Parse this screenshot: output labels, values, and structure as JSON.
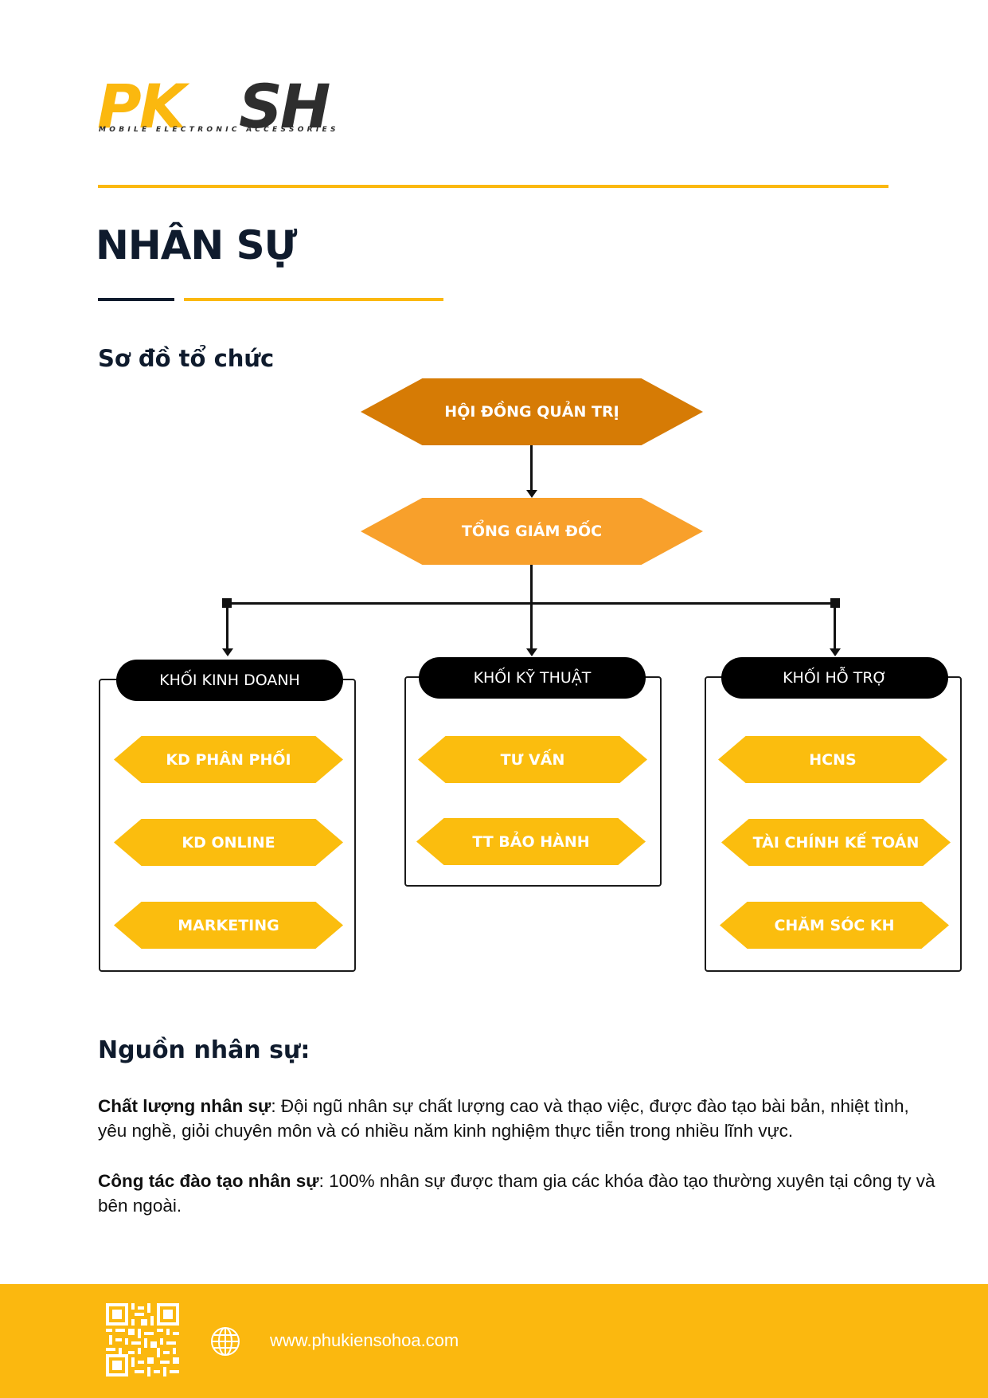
{
  "logo": {
    "pk": "PK",
    "sh": "SH",
    "tagline": "MOBILE ELECTRONIC ACCESSORIES"
  },
  "page_title": "NHÂN SỰ",
  "org_chart": {
    "heading": "Sơ đồ tổ chức",
    "board": "HỘI ĐỒNG QUẢN TRỊ",
    "ceo": "TỔNG GIÁM ĐỐC",
    "blocks": [
      {
        "title": "KHỐI KINH DOANH",
        "units": [
          "KD PHÂN PHỐI",
          "KD ONLINE",
          "MARKETING"
        ]
      },
      {
        "title": "KHỐI KỸ THUẬT",
        "units": [
          "TƯ VẤN",
          "TT BẢO HÀNH"
        ]
      },
      {
        "title": "KHỐI HỖ TRỢ",
        "units": [
          "HCNS",
          "TÀI CHÍNH KẾ TOÁN",
          "CHĂM SÓC KH"
        ]
      }
    ]
  },
  "hr_source": {
    "heading": "Nguồn nhân sự:",
    "quality_label": "Chất lượng nhân sự",
    "quality_text": ": Đội ngũ nhân sự chất lượng cao và thạo việc, được đào tạo bài bản, nhiệt tình, yêu nghề, giỏi chuyên môn và có nhiều năm kinh nghiệm thực tiễn trong nhiều lĩnh vực.",
    "training_label": "Công tác đào tạo nhân sự",
    "training_text": ": 100% nhân sự được tham gia các khóa đào tạo thường xuyên tại công ty và bên ngoài."
  },
  "footer": {
    "url": "www.phukiensohoa.com",
    "qr_icon": "qr-code-icon",
    "globe_icon": "globe-icon"
  },
  "colors": {
    "brand_yellow": "#fbb80f",
    "brand_dark": "#0f1b2d",
    "board_orange": "#d67b05",
    "ceo_orange": "#f8a02b",
    "unit_yellow": "#fbbd0e"
  }
}
